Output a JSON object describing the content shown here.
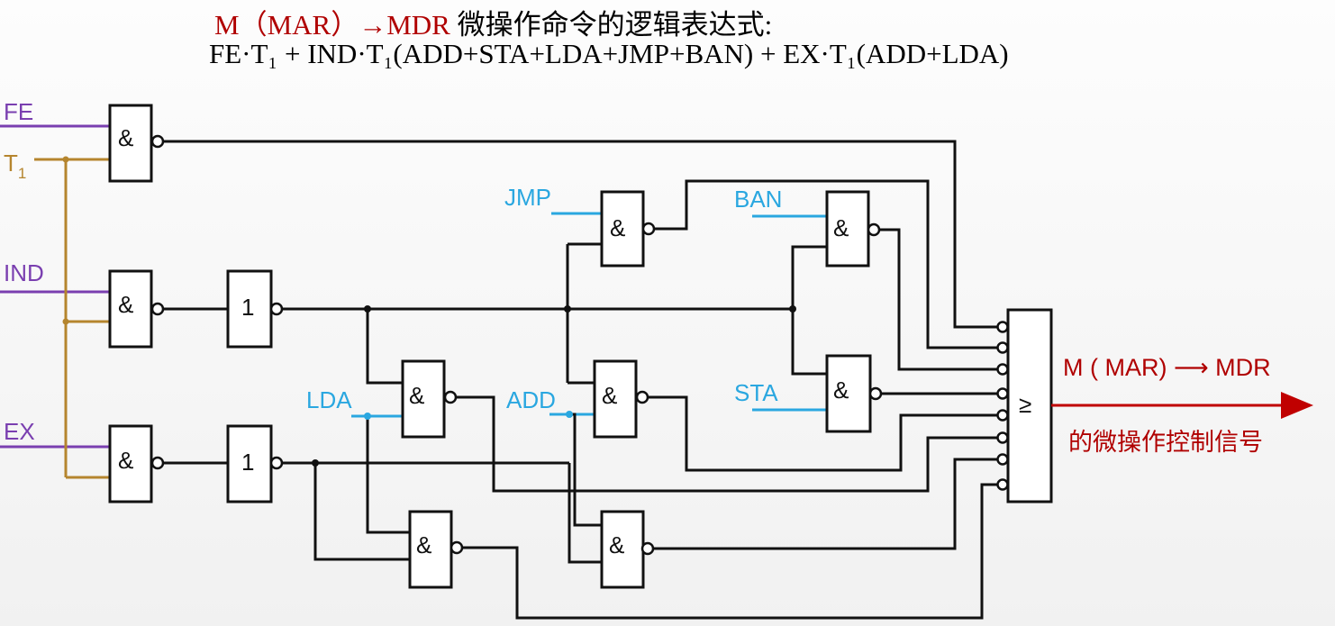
{
  "header": {
    "title_red": "M（MAR）→MDR",
    "title_rest": " 微操作命令的逻辑表达式:",
    "expression": "FE·T₁ + IND·T₁(ADD+STA+LDA+JMP+BAN) + EX·T₁(ADD+LDA)"
  },
  "inputs": {
    "fe": "FE",
    "t1": "T",
    "t1_sub": "1",
    "ind": "IND",
    "ex": "EX",
    "jmp": "JMP",
    "ban": "BAN",
    "lda": "LDA",
    "add": "ADD",
    "sta": "STA"
  },
  "gates": {
    "and_symbol": "&",
    "not_symbol": "1",
    "or_symbol": "≥"
  },
  "output": {
    "line1": "M ( MAR)  ⟶  MDR",
    "line2": "的微操作控制信号"
  },
  "colors": {
    "title_red": "#b00000",
    "fe_ind_ex_wires": "#7a3fb0",
    "t1_wires": "#b5852e",
    "opcode_wires": "#2aa7e0",
    "output_arrow": "#c00000"
  }
}
